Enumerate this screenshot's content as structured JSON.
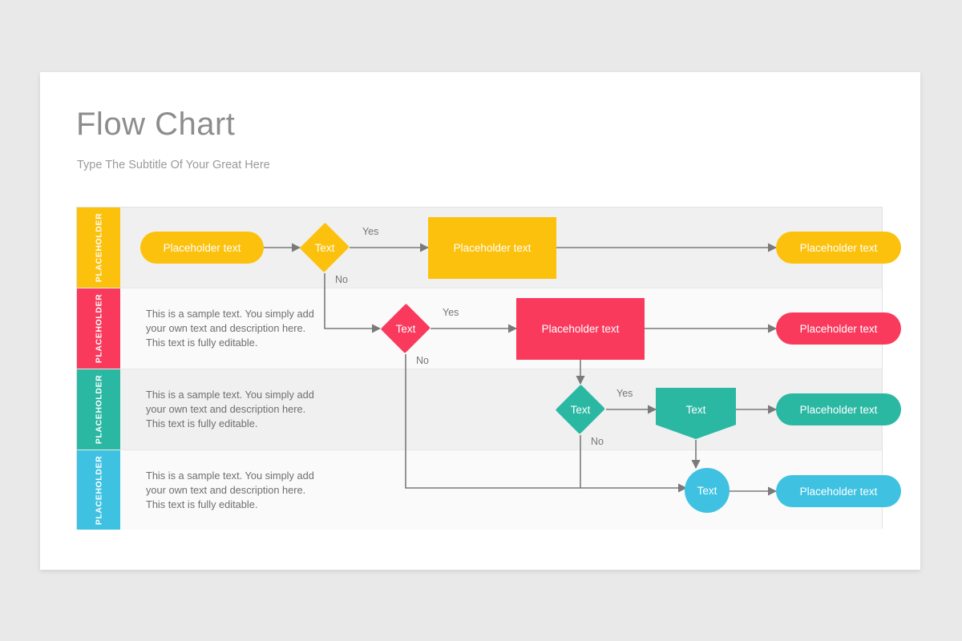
{
  "slide": {
    "title": "Flow Chart",
    "subtitle": "Type The Subtitle Of Your Great Here"
  },
  "palette": {
    "yellow": "#fcc10d",
    "pink": "#f93a5d",
    "teal": "#2bb8a3",
    "blue": "#3fc2e2",
    "connector": "#7a7a7a",
    "text_gray": "#6f6f6f",
    "title_gray": "#8d8d8d",
    "row_dark": "#f0f0f0",
    "row_light": "#fafafa"
  },
  "rows": [
    {
      "tab_label": "PLACEHOLDER",
      "color": "#fcc10d",
      "description": "",
      "shapes": {
        "start": "Placeholder text",
        "decision": "Text",
        "process": "Placeholder text",
        "end": "Placeholder text"
      },
      "branches": {
        "yes": "Yes",
        "no": "No"
      }
    },
    {
      "tab_label": "PLACEHOLDER",
      "color": "#f93a5d",
      "description": "This is a sample text. You simply add your own text and description here. This text is fully editable.",
      "shapes": {
        "decision": "Text",
        "process": "Placeholder text",
        "end": "Placeholder text"
      },
      "branches": {
        "yes": "Yes",
        "no": "No"
      }
    },
    {
      "tab_label": "PLACEHOLDER",
      "color": "#2bb8a3",
      "description": "This is a sample text. You simply add your own text and description here. This text is fully editable.",
      "shapes": {
        "decision": "Text",
        "process": "Text",
        "end": "Placeholder text"
      },
      "branches": {
        "yes": "Yes",
        "no": "No"
      }
    },
    {
      "tab_label": "PLACEHOLDER",
      "color": "#3fc2e2",
      "description": "This is a sample text. You simply add your own text and description here. This text is fully editable.",
      "shapes": {
        "node": "Text",
        "end": "Placeholder text"
      },
      "branches": {}
    }
  ]
}
